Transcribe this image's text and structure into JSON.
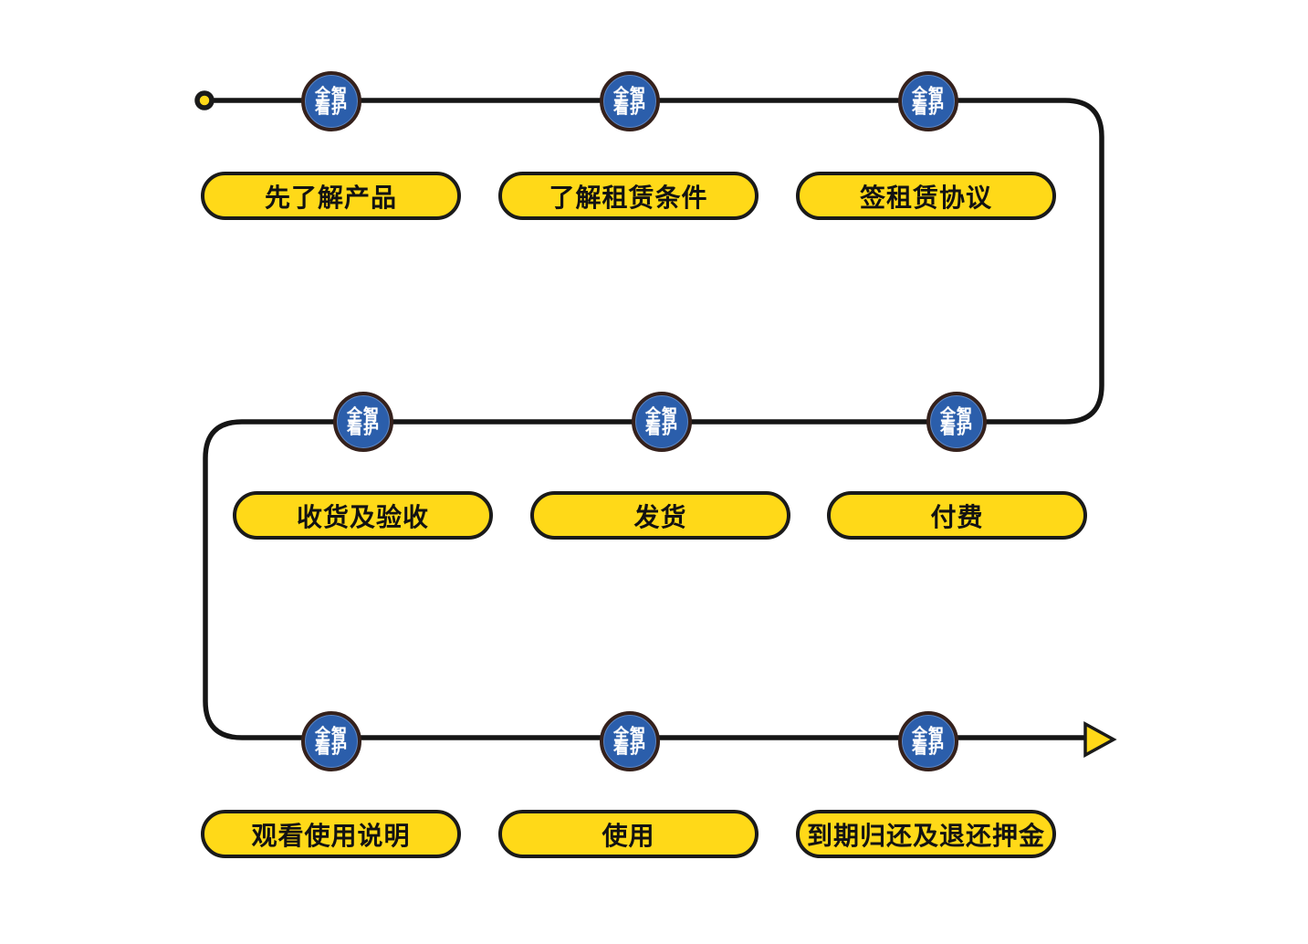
{
  "colors": {
    "background": "#FFFFFF",
    "line": "#151515",
    "pill_fill": "#FFD918",
    "pill_border": "#1A1A1A",
    "pill_text": "#121212",
    "badge_fill": "#2B5EAB",
    "badge_ring": "#35211C",
    "badge_text": "#FFFFFF",
    "start_dot_fill": "#FFD918",
    "arrow_fill": "#FFD918"
  },
  "badge": {
    "name": "全智看护",
    "line1": "全智",
    "line2": "看护"
  },
  "flow": {
    "start_marker": "yellow-dot",
    "end_marker": "yellow-arrow-right",
    "rows": [
      {
        "direction": "left-to-right",
        "steps": [
          {
            "label": "先了解产品"
          },
          {
            "label": "了解租赁条件"
          },
          {
            "label": "签租赁协议"
          }
        ]
      },
      {
        "direction": "right-to-left",
        "steps": [
          {
            "label": "收货及验收"
          },
          {
            "label": "发货"
          },
          {
            "label": "付费"
          }
        ]
      },
      {
        "direction": "left-to-right",
        "steps": [
          {
            "label": "观看使用说明"
          },
          {
            "label": "使用"
          },
          {
            "label": "到期归还及退还押金"
          }
        ]
      }
    ]
  }
}
